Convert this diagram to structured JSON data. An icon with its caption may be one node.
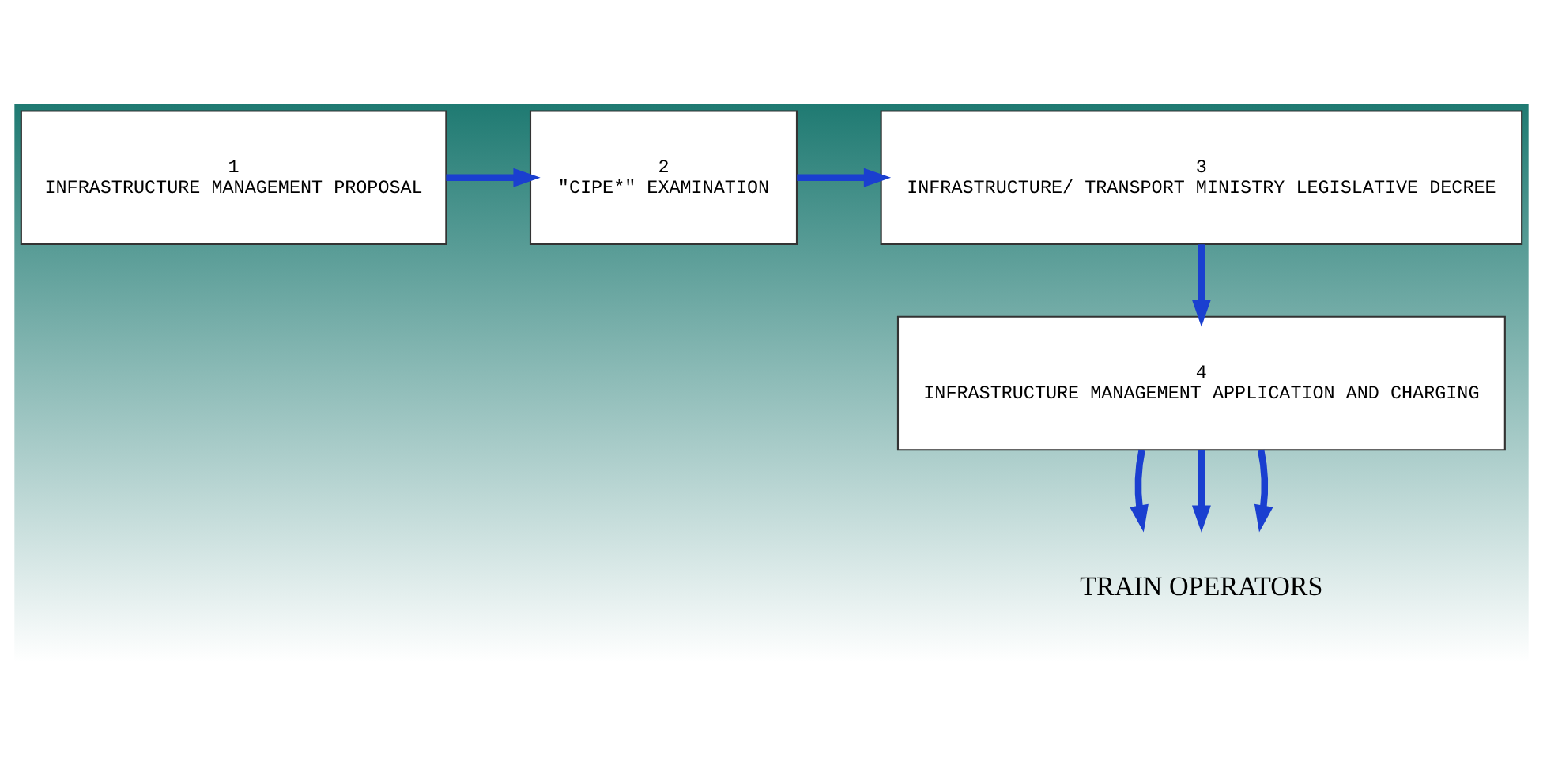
{
  "diagram": {
    "nodes": [
      {
        "text": [
          "1",
          "INFRASTRUCTURE MANAGEMENT PROPOSAL"
        ]
      },
      {
        "text": [
          "2",
          "\"CIPE*\" EXAMINATION"
        ]
      },
      {
        "text": [
          "3",
          "INFRASTRUCTURE/ TRANSPORT MINISTRY LEGISLATIVE DECREE"
        ]
      },
      {
        "text": [
          "4",
          "INFRASTRUCTURE MANAGEMENT APPLICATION AND CHARGING"
        ]
      },
      {
        "text": [
          "TRAIN OPERATORS"
        ]
      }
    ],
    "edges": [
      {
        "from": 0,
        "to": 1,
        "arrow": "to"
      },
      {
        "from": 1,
        "to": 2,
        "arrow": "to"
      },
      {
        "from": 2,
        "to": 3,
        "arrow": "to"
      },
      {
        "from": 3,
        "to": 4,
        "arrow": "to"
      },
      {
        "from": 3,
        "to": 4,
        "arrow": "to"
      },
      {
        "from": 3,
        "to": 4,
        "arrow": "to"
      }
    ]
  }
}
